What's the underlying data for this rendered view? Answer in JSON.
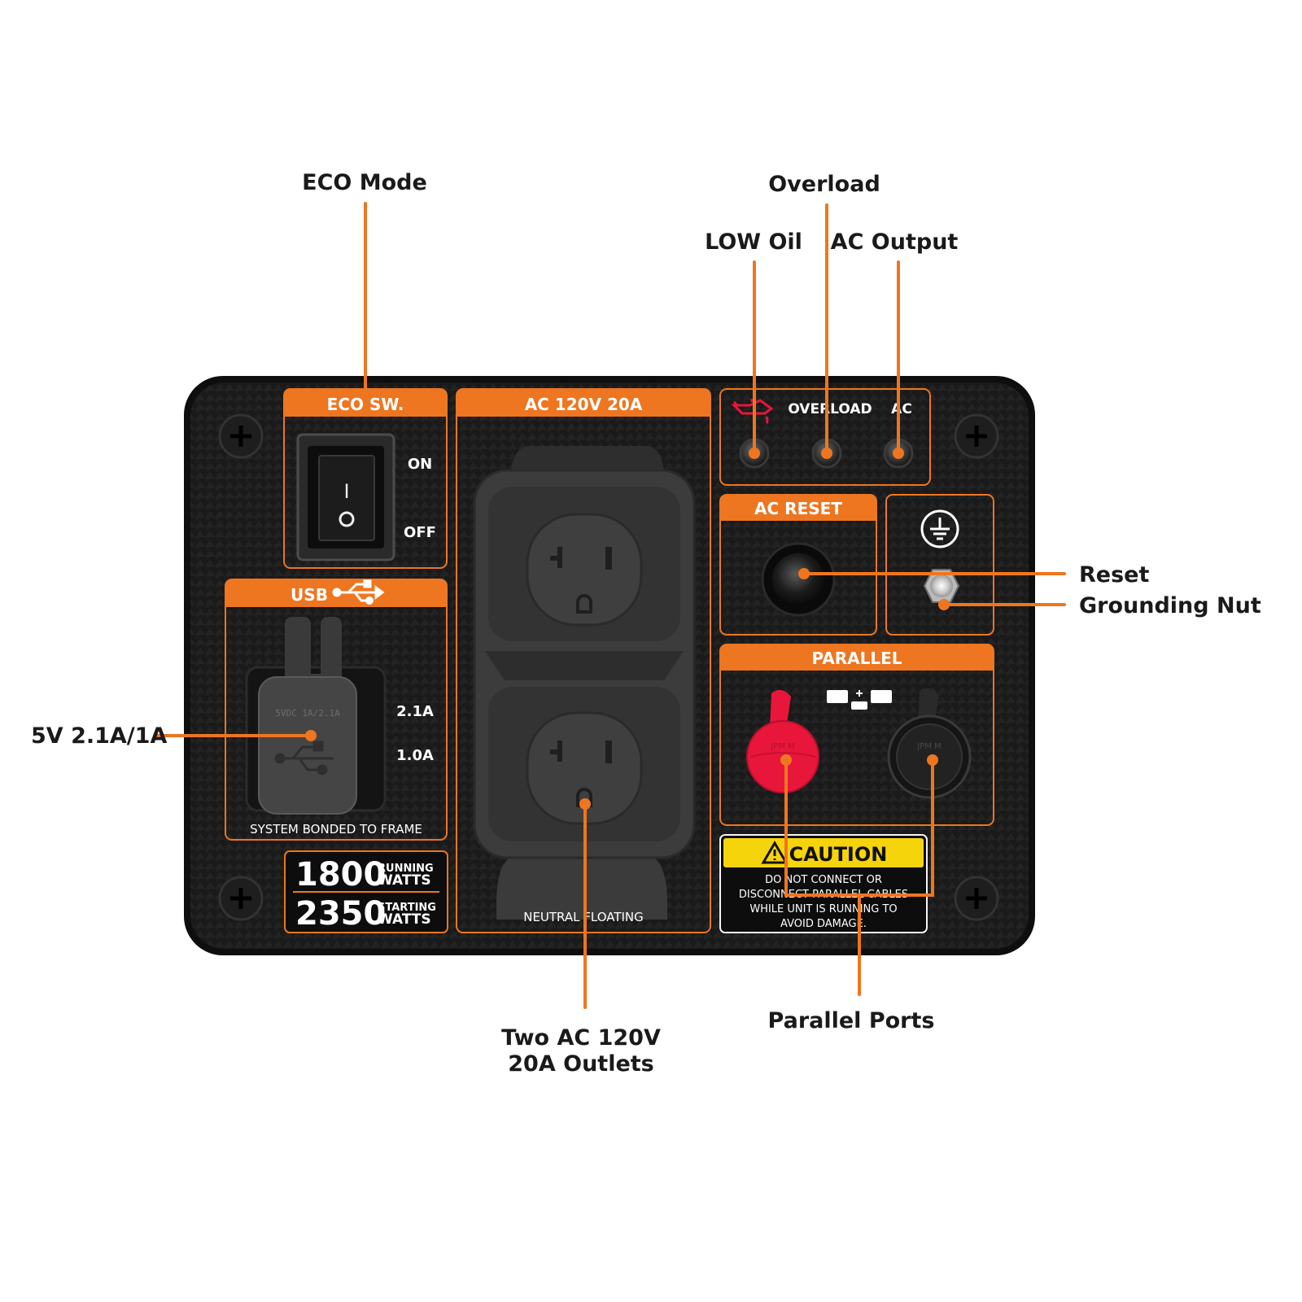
{
  "colors": {
    "accent": "#ee7620",
    "panel": "#1b1b1b",
    "caution_yellow": "#f6d40c",
    "red_cap": "#e8163a"
  },
  "callouts": {
    "eco_mode": "ECO Mode",
    "overload": "Overload",
    "low_oil": "LOW Oil",
    "ac_output": "AC Output",
    "reset": "Reset",
    "grounding_nut": "Grounding Nut",
    "usb": "5V 2.1A/1A",
    "outlets_line1": "Two AC 120V",
    "outlets_line2": "20A Outlets",
    "parallel_ports": "Parallel Ports"
  },
  "panel": {
    "eco_header": "ECO SW.",
    "eco_on": "ON",
    "eco_off": "OFF",
    "ac_header": "AC 120V 20A",
    "indicator_overload": "OVERLOAD",
    "indicator_ac": "AC",
    "reset_header": "AC RESET",
    "usb_header": "USB",
    "usb_cap_text": "5VDC 1A/2.1A",
    "usb_high": "2.1A",
    "usb_low": "1.0A",
    "bonded": "SYSTEM BONDED TO FRAME",
    "running_value": "1800",
    "running_label_1": "RUNNING",
    "running_label_2": "WATTS",
    "starting_value": "2350",
    "starting_label_1": "STARTING",
    "starting_label_2": "WATTS",
    "neutral": "NEUTRAL FLOATING",
    "parallel_header": "PARALLEL",
    "cap_text": "JPM M",
    "caution_title": "CAUTION",
    "caution_line1": "DO NOT CONNECT OR",
    "caution_line2": "DISCONNECT PARALLEL CABLES",
    "caution_line3": "WHILE UNIT IS RUNNING TO",
    "caution_line4": "AVOID DAMAGE."
  }
}
